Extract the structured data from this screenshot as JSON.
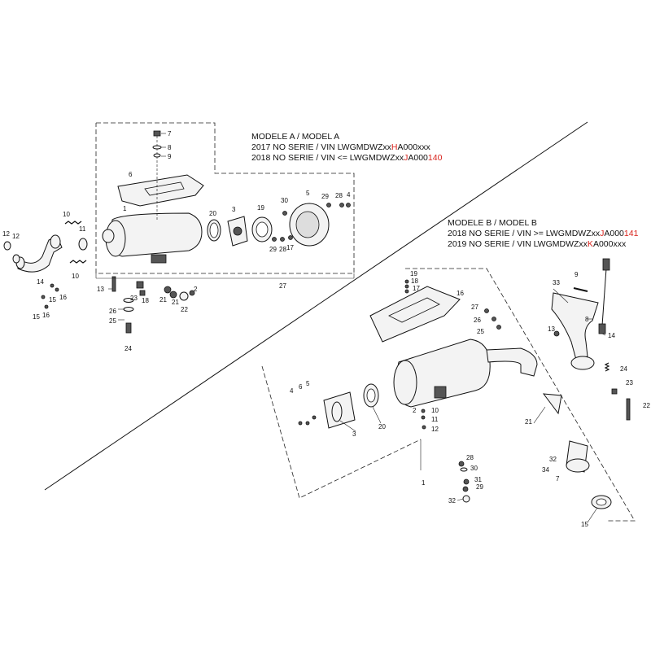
{
  "model_a": {
    "title": "MODELE A / MODEL A",
    "line1_prefix": "2017 NO SERIE / VIN LWGMDWZxx",
    "line1_red": "H",
    "line1_suffix": "A000xxx",
    "line2_prefix": "2018 NO SERIE / VIN <= LWGMDWZxx",
    "line2_red1": "J",
    "line2_mid": "A000",
    "line2_red2": "140",
    "callouts": [
      "1",
      "2",
      "3",
      "4",
      "5",
      "6",
      "7",
      "8",
      "9",
      "10",
      "10",
      "11",
      "12",
      "12",
      "13",
      "14",
      "15",
      "15",
      "16",
      "16",
      "17",
      "18",
      "19",
      "20",
      "21",
      "21",
      "22",
      "23",
      "24",
      "25",
      "26",
      "27",
      "28",
      "28",
      "29",
      "29",
      "30"
    ]
  },
  "model_b": {
    "title": "MODELE B / MODEL B",
    "line1_prefix": "2018 NO SERIE / VIN >= LWGMDWZxx",
    "line1_red1": "J",
    "line1_mid": "A000",
    "line1_red2": "141",
    "line2_prefix": "2019 NO SERIE / VIN LWGMDWZxx",
    "line2_red": "K",
    "line2_suffix": "A000xxx",
    "callouts": [
      "1",
      "2",
      "3",
      "4",
      "5",
      "6",
      "7",
      "8",
      "9",
      "10",
      "11",
      "12",
      "13",
      "14",
      "15",
      "16",
      "17",
      "18",
      "19",
      "20",
      "21",
      "22",
      "23",
      "24",
      "25",
      "26",
      "27",
      "28",
      "29",
      "30",
      "31",
      "32",
      "32",
      "33",
      "34"
    ]
  },
  "colors": {
    "accent_red": "#d8221b",
    "line": "#111111"
  }
}
